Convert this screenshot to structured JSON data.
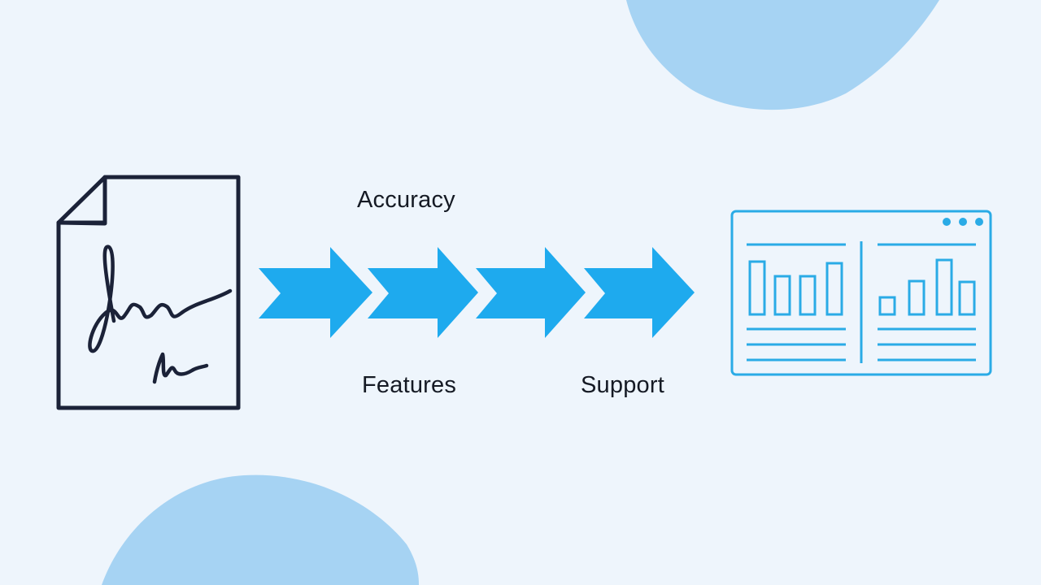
{
  "colors": {
    "background": "#eef5fc",
    "blob": "#a6d3f3",
    "arrow": "#1eaaee",
    "document_stroke": "#1b2238",
    "dashboard_stroke": "#2aabe6"
  },
  "icons": {
    "document": "signed-document-icon",
    "dashboard": "analytics-dashboard-icon"
  },
  "labels": {
    "accuracy": "Accuracy",
    "features": "Features",
    "support": "Support"
  }
}
